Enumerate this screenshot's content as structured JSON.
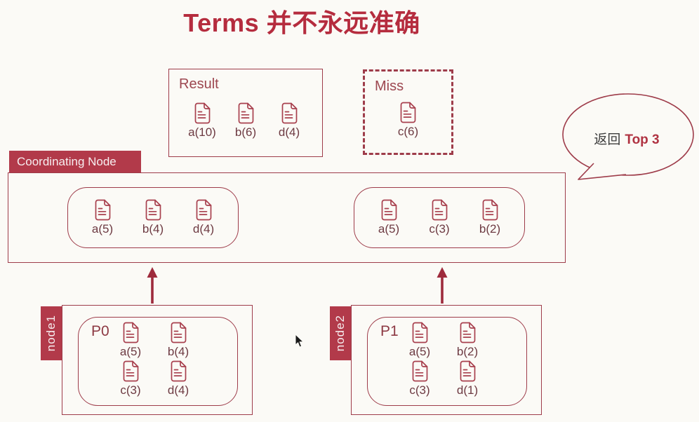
{
  "title": "Terms 并不永远准确",
  "colors": {
    "crimson_fill": "#b23a4a",
    "line_border": "#9e3c4a",
    "title_red": "#b52c3e",
    "doc_label_text": "#6d3a42",
    "bubble_dark_text": "#3c3c3c",
    "background": "#fbfaf6"
  },
  "result_box": {
    "label": "Result",
    "docs": [
      {
        "label": "a(10)"
      },
      {
        "label": "b(6)"
      },
      {
        "label": "d(4)"
      }
    ]
  },
  "miss_box": {
    "label": "Miss",
    "docs": [
      {
        "label": "c(6)"
      }
    ]
  },
  "bubble": {
    "text_prefix": "返回",
    "text_highlight": "Top 3"
  },
  "coordinating_node": {
    "label": "Coordinating Node",
    "groups": [
      {
        "docs": [
          {
            "label": "a(5)"
          },
          {
            "label": "b(4)"
          },
          {
            "label": "d(4)"
          }
        ]
      },
      {
        "docs": [
          {
            "label": "a(5)"
          },
          {
            "label": "c(3)"
          },
          {
            "label": "b(2)"
          }
        ]
      }
    ]
  },
  "node1": {
    "label": "node1",
    "shard": "P0",
    "docs": [
      {
        "label": "a(5)"
      },
      {
        "label": "b(4)"
      },
      {
        "label": "c(3)"
      },
      {
        "label": "d(4)"
      }
    ]
  },
  "node2": {
    "label": "node2",
    "shard": "P1",
    "docs": [
      {
        "label": "a(5)"
      },
      {
        "label": "b(2)"
      },
      {
        "label": "c(3)"
      },
      {
        "label": "d(1)"
      }
    ]
  }
}
